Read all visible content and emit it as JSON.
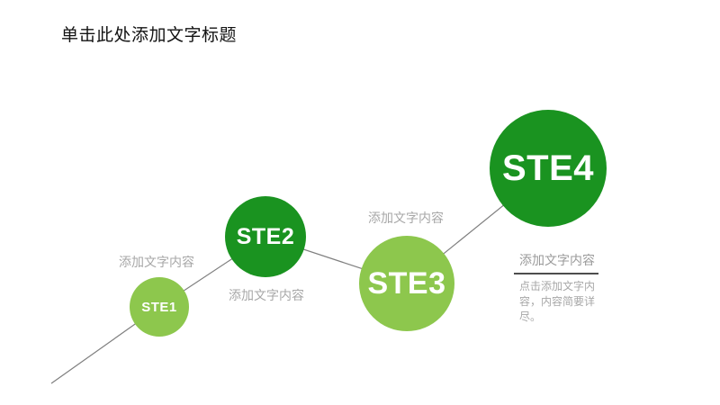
{
  "slide": {
    "title": "单击此处添加文字标题",
    "background": "#ffffff"
  },
  "diagram": {
    "type": "ascending-step-diagram",
    "connector_color": "#7f7f7f",
    "steps": [
      {
        "label": "STE1",
        "caption": "添加文字内容",
        "color": "#8DC74D",
        "size": "small"
      },
      {
        "label": "STE2",
        "caption": "添加文字内容",
        "color": "#1A9320",
        "size": "medium"
      },
      {
        "label": "STE3",
        "caption": "添加文字内容",
        "color": "#8DC74D",
        "size": "large"
      },
      {
        "label": "STE4",
        "caption": "添加文字内容",
        "color": "#1A9320",
        "size": "xlarge"
      }
    ]
  },
  "detail_panel": {
    "heading": "添加文字内容",
    "body": "点击添加文字内容，内容简要详尽。",
    "divider_color": "#4d4d4d"
  },
  "colors": {
    "light_green": "#8DC74D",
    "dark_green": "#1A9320",
    "connector_gray": "#7f7f7f",
    "caption_gray": "#a7a7a7",
    "title_black": "#121212"
  }
}
